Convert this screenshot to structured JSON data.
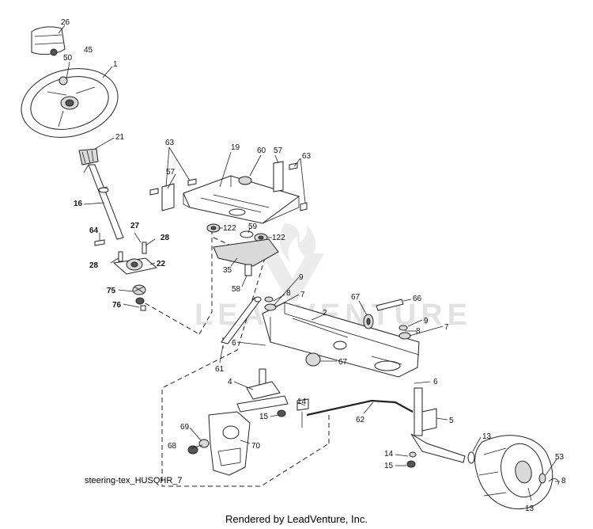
{
  "caption": "steering-tex_HUSQHR_7",
  "footer": "Rendered by LeadVenture, Inc.",
  "watermark": "LEADVENTURE",
  "callouts": [
    {
      "id": "26",
      "bold": false
    },
    {
      "id": "45",
      "bold": false
    },
    {
      "id": "50",
      "bold": false
    },
    {
      "id": "1",
      "bold": false
    },
    {
      "id": "21",
      "bold": false
    },
    {
      "id": "16",
      "bold": true
    },
    {
      "id": "64",
      "bold": true
    },
    {
      "id": "27",
      "bold": true
    },
    {
      "id": "28",
      "bold": true
    },
    {
      "id": "28",
      "bold": true
    },
    {
      "id": "22",
      "bold": true
    },
    {
      "id": "75",
      "bold": true
    },
    {
      "id": "76",
      "bold": true
    },
    {
      "id": "63",
      "bold": false
    },
    {
      "id": "57",
      "bold": false
    },
    {
      "id": "19",
      "bold": false
    },
    {
      "id": "60",
      "bold": false
    },
    {
      "id": "57",
      "bold": false
    },
    {
      "id": "63",
      "bold": false
    },
    {
      "id": "122",
      "bold": false
    },
    {
      "id": "59",
      "bold": false
    },
    {
      "id": "122",
      "bold": false
    },
    {
      "id": "35",
      "bold": false
    },
    {
      "id": "58",
      "bold": false
    },
    {
      "id": "9",
      "bold": false
    },
    {
      "id": "8",
      "bold": false
    },
    {
      "id": "7",
      "bold": false
    },
    {
      "id": "67",
      "bold": false
    },
    {
      "id": "66",
      "bold": false
    },
    {
      "id": "2",
      "bold": false
    },
    {
      "id": "9",
      "bold": false
    },
    {
      "id": "8",
      "bold": false
    },
    {
      "id": "7",
      "bold": false
    },
    {
      "id": "6",
      "bold": false
    },
    {
      "id": "61",
      "bold": false
    },
    {
      "id": "67",
      "bold": false
    },
    {
      "id": "6",
      "bold": false
    },
    {
      "id": "4",
      "bold": false
    },
    {
      "id": "14",
      "bold": false
    },
    {
      "id": "15",
      "bold": false
    },
    {
      "id": "62",
      "bold": false
    },
    {
      "id": "5",
      "bold": false
    },
    {
      "id": "69",
      "bold": false
    },
    {
      "id": "70",
      "bold": false
    },
    {
      "id": "68",
      "bold": false
    },
    {
      "id": "13",
      "bold": false
    },
    {
      "id": "14",
      "bold": false
    },
    {
      "id": "15",
      "bold": false
    },
    {
      "id": "53",
      "bold": false
    },
    {
      "id": "8",
      "bold": false
    },
    {
      "id": "13",
      "bold": false
    }
  ]
}
